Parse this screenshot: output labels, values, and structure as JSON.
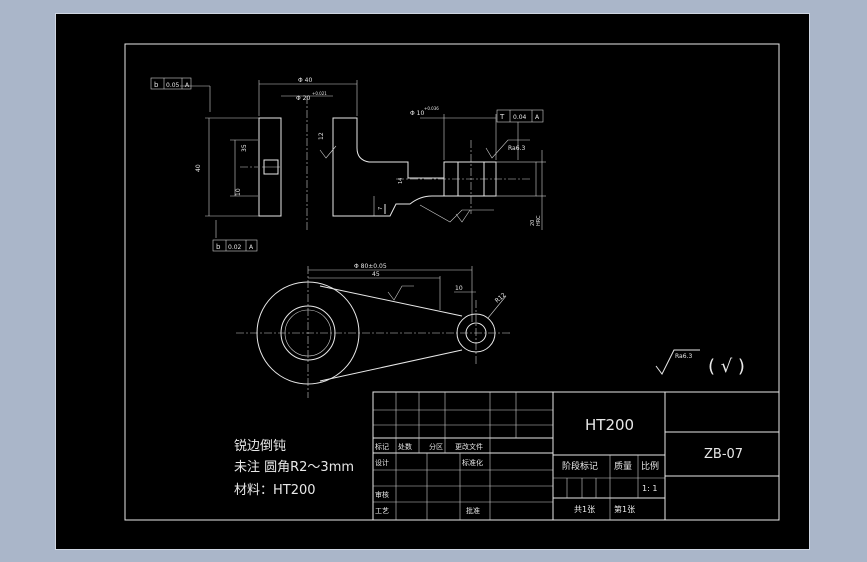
{
  "drawing": {
    "material_block": "HT200",
    "drawing_no": "ZB-07",
    "scale": "1: 1",
    "sheets_total": "共1张",
    "sheet_no": "第1张",
    "notes": [
      "锐边倒钝",
      "未注 圆角R2～3mm",
      "材料：HT200"
    ],
    "surface_symbol_general": "Ra6.3",
    "surface_symbol_paren": "( √ )"
  },
  "title_block": {
    "row_labels": {
      "mark": "标记",
      "count": "处数",
      "zone": "分区",
      "change_doc": "更改文件",
      "design": "设计",
      "standardize": "标准化",
      "review": "审核",
      "process": "工艺",
      "approve": "批准",
      "stage_mark": "阶段标记",
      "weight": "质量",
      "ratio": "比例"
    }
  },
  "dimensions": {
    "tol_top_left": [
      "b",
      "0.05",
      "A"
    ],
    "tol_bottom_left": [
      "b",
      "0.02",
      "A"
    ],
    "tol_right": [
      "T",
      "0.04",
      "A"
    ],
    "d_outer_top": "Φ 40",
    "d_bore_top": "Φ 20",
    "d_bore_tol": "+0.021",
    "d_small": "Φ 10",
    "d_small_tol": "+0.036",
    "ra_right": "Ra6.3",
    "h_left": "40",
    "h_mid": "35",
    "h_small": "10",
    "w_base": "12",
    "w_step": "7",
    "w_14": "14",
    "r_right": "R12",
    "len_top": "Φ 80±0.05",
    "len_45": "45",
    "len_10": "10",
    "side_label_a": "20",
    "side_label_b": "HRC"
  }
}
